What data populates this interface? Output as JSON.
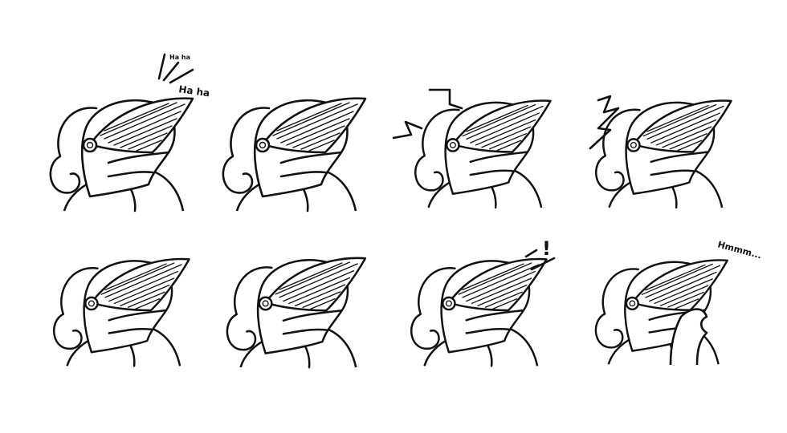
{
  "sheet": {
    "panels": [
      {
        "id": "laughing",
        "caption_small": "Ha ha",
        "caption_large": "Ha ha"
      },
      {
        "id": "smiling"
      },
      {
        "id": "angry-1"
      },
      {
        "id": "angry-2"
      },
      {
        "id": "neutral"
      },
      {
        "id": "content"
      },
      {
        "id": "surprised",
        "caption": "!"
      },
      {
        "id": "thinking",
        "caption": "Hmmm..."
      }
    ],
    "line_color": "#111111",
    "background": "#ffffff"
  }
}
